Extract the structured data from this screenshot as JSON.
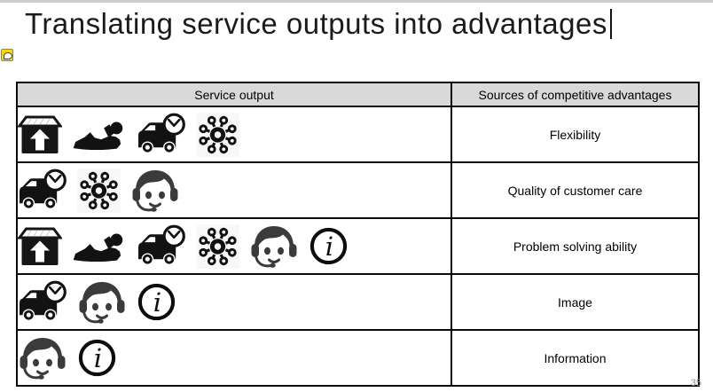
{
  "title": {
    "text": "Translating service outputs into advantages"
  },
  "table": {
    "headers": [
      "Service output",
      "Sources of competitive advantages"
    ],
    "rows": [
      {
        "icons": [
          "package-upgrade",
          "relaxing-person",
          "delivery-time-truck",
          "distribution-network"
        ],
        "advantage": "Flexibility"
      },
      {
        "icons": [
          "delivery-time-truck",
          "distribution-network",
          "customer-service-agent"
        ],
        "advantage": "Quality of customer care"
      },
      {
        "icons": [
          "package-upgrade",
          "relaxing-person",
          "delivery-time-truck",
          "distribution-network",
          "customer-service-agent",
          "information-mark"
        ],
        "advantage": "Problem solving ability"
      },
      {
        "icons": [
          "delivery-time-truck",
          "customer-service-agent",
          "information-mark"
        ],
        "advantage": "Image"
      },
      {
        "icons": [
          "customer-service-agent",
          "information-mark"
        ],
        "advantage": "Information"
      }
    ]
  },
  "page_number": "35",
  "colors": {
    "header_bg": "#d9d9d9",
    "table_border": "#0b0b0b",
    "accent_yellow": "#ffd800",
    "icon_black": "#121212",
    "icon_gray": "#3b3b3b",
    "page_number_gray": "#8a8f98"
  }
}
